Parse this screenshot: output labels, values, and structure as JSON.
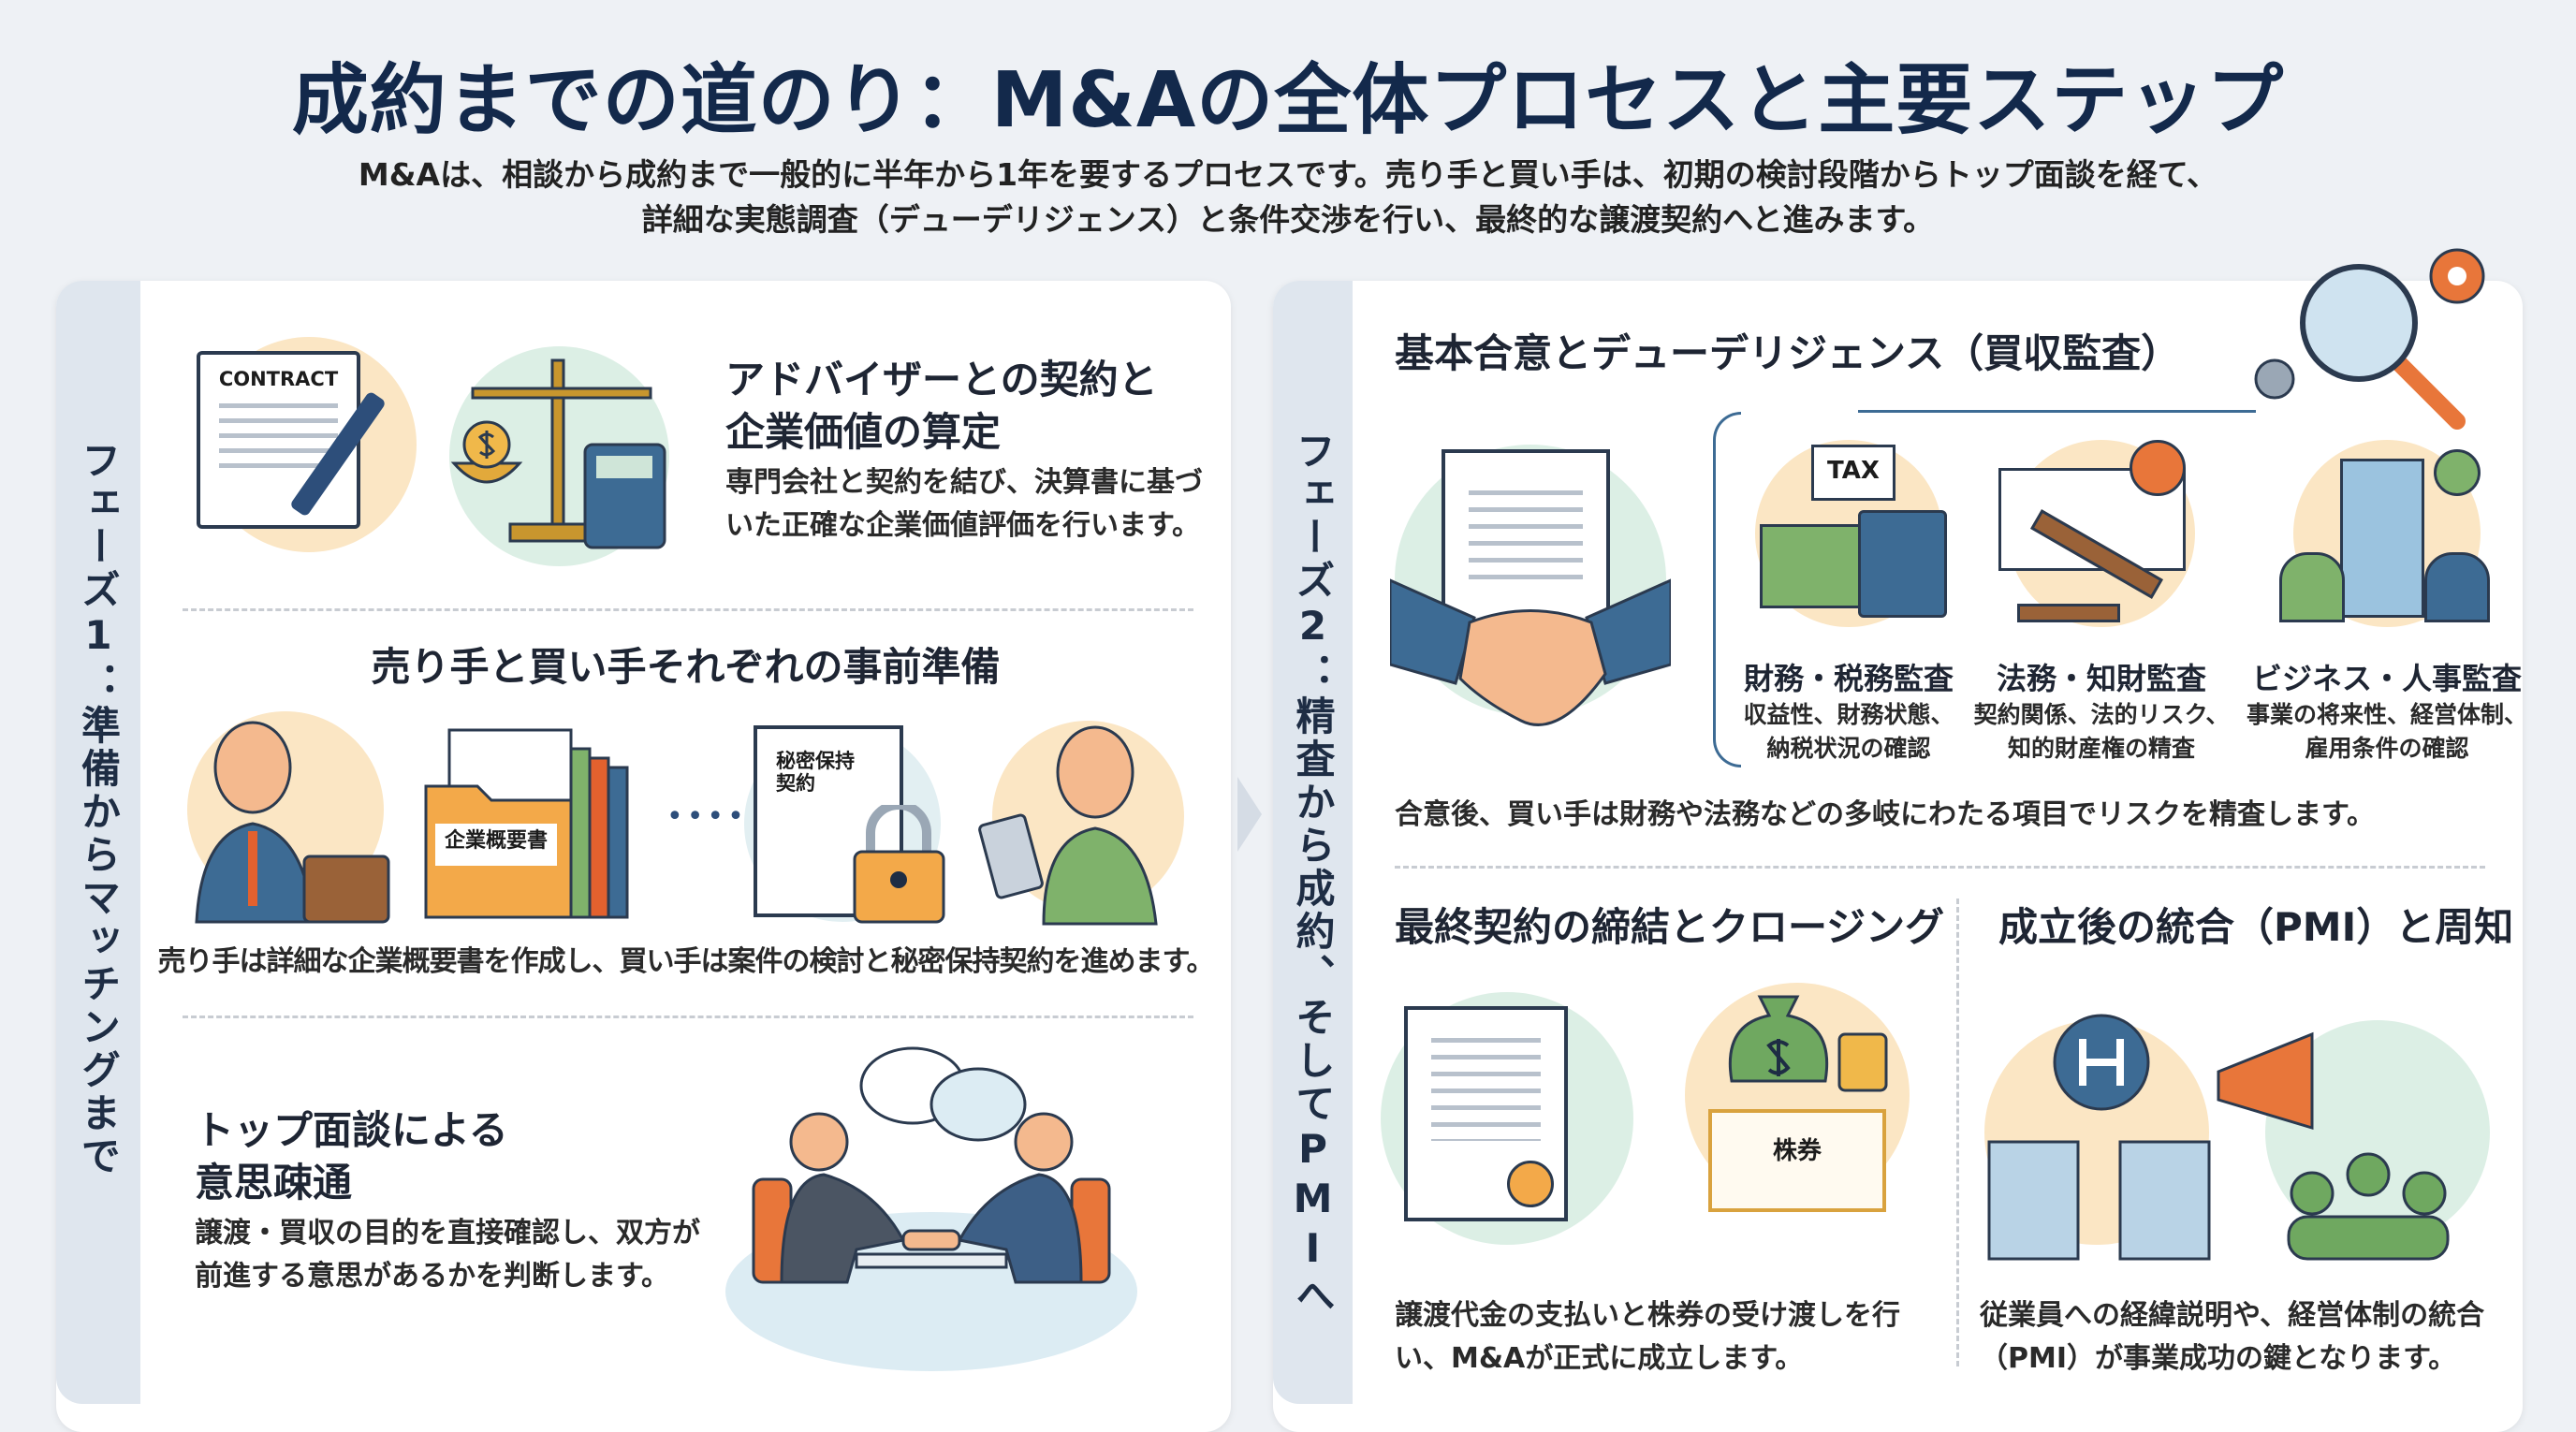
{
  "header": {
    "title": "成約までの道のり：M&Aの全体プロセスと主要ステップ",
    "subtitle_lines": [
      "M&Aは、相談から成約まで一般的に半年から1年を要するプロセスです。売り手と買い手は、初期の検討段階からトップ面談を経て、",
      "詳細な実態調査（デューデリジェンス）と条件交渉を行い、最終的な譲渡契約へと進みます。"
    ]
  },
  "phase1": {
    "label": "フェーズ1：準備からマッチングまで",
    "step1": {
      "title_lines": [
        "アドバイザーとの契約と",
        "企業価値の算定"
      ],
      "body_lines": [
        "専門会社と契約を結び、決算書に基づ",
        "いた正確な企業価値評価を行います。"
      ],
      "contract_label": "CONTRACT"
    },
    "step2": {
      "title": "売り手と買い手それぞれの事前準備",
      "folder_label": "企業概要書",
      "nda_label_lines": [
        "秘密保持",
        "契約"
      ],
      "caption": "売り手は詳細な企業概要書を作成し、買い手は案件の検討と秘密保持契約を進めます。"
    },
    "step3": {
      "title_lines": [
        "トップ面談による",
        "意思疎通"
      ],
      "body_lines": [
        "譲渡・買収の目的を直接確認し、双方が",
        "前進する意思があるかを判断します。"
      ]
    }
  },
  "phase2": {
    "label": "フェーズ2：精査から成約、そしてPMIへ",
    "dd": {
      "title": "基本合意とデューデリジェンス（買収監査）",
      "audits": [
        {
          "title": "財務・税務監査",
          "desc_lines": [
            "収益性、財務状態、",
            "納税状況の確認"
          ],
          "icon_label": "TAX"
        },
        {
          "title": "法務・知財監査",
          "desc_lines": [
            "契約関係、法的リスク、",
            "知的財産権の精査"
          ]
        },
        {
          "title": "ビジネス・人事監査",
          "desc_lines": [
            "事業の将来性、経営体制、",
            "雇用条件の確認"
          ]
        }
      ],
      "caption": "合意後、買い手は財務や法務などの多岐にわたる項目でリスクを精査します。"
    },
    "closing": {
      "title": "最終契約の締結とクロージング",
      "stock_label": "株券",
      "body_lines": [
        "譲渡代金の支払いと株券の受け渡しを行",
        "い、M&Aが正式に成立します。"
      ]
    },
    "pmi": {
      "title": "成立後の統合（PMI）と周知",
      "body_lines": [
        "従業員への経緯説明や、経営体制の統合",
        "（PMI）が事業成功の鍵となります。"
      ]
    }
  },
  "colors": {
    "navy": "#13294b",
    "strip": "#dfe6ee",
    "orange": "#f0a640",
    "blue": "#3d6b94",
    "green": "#6fa860"
  }
}
